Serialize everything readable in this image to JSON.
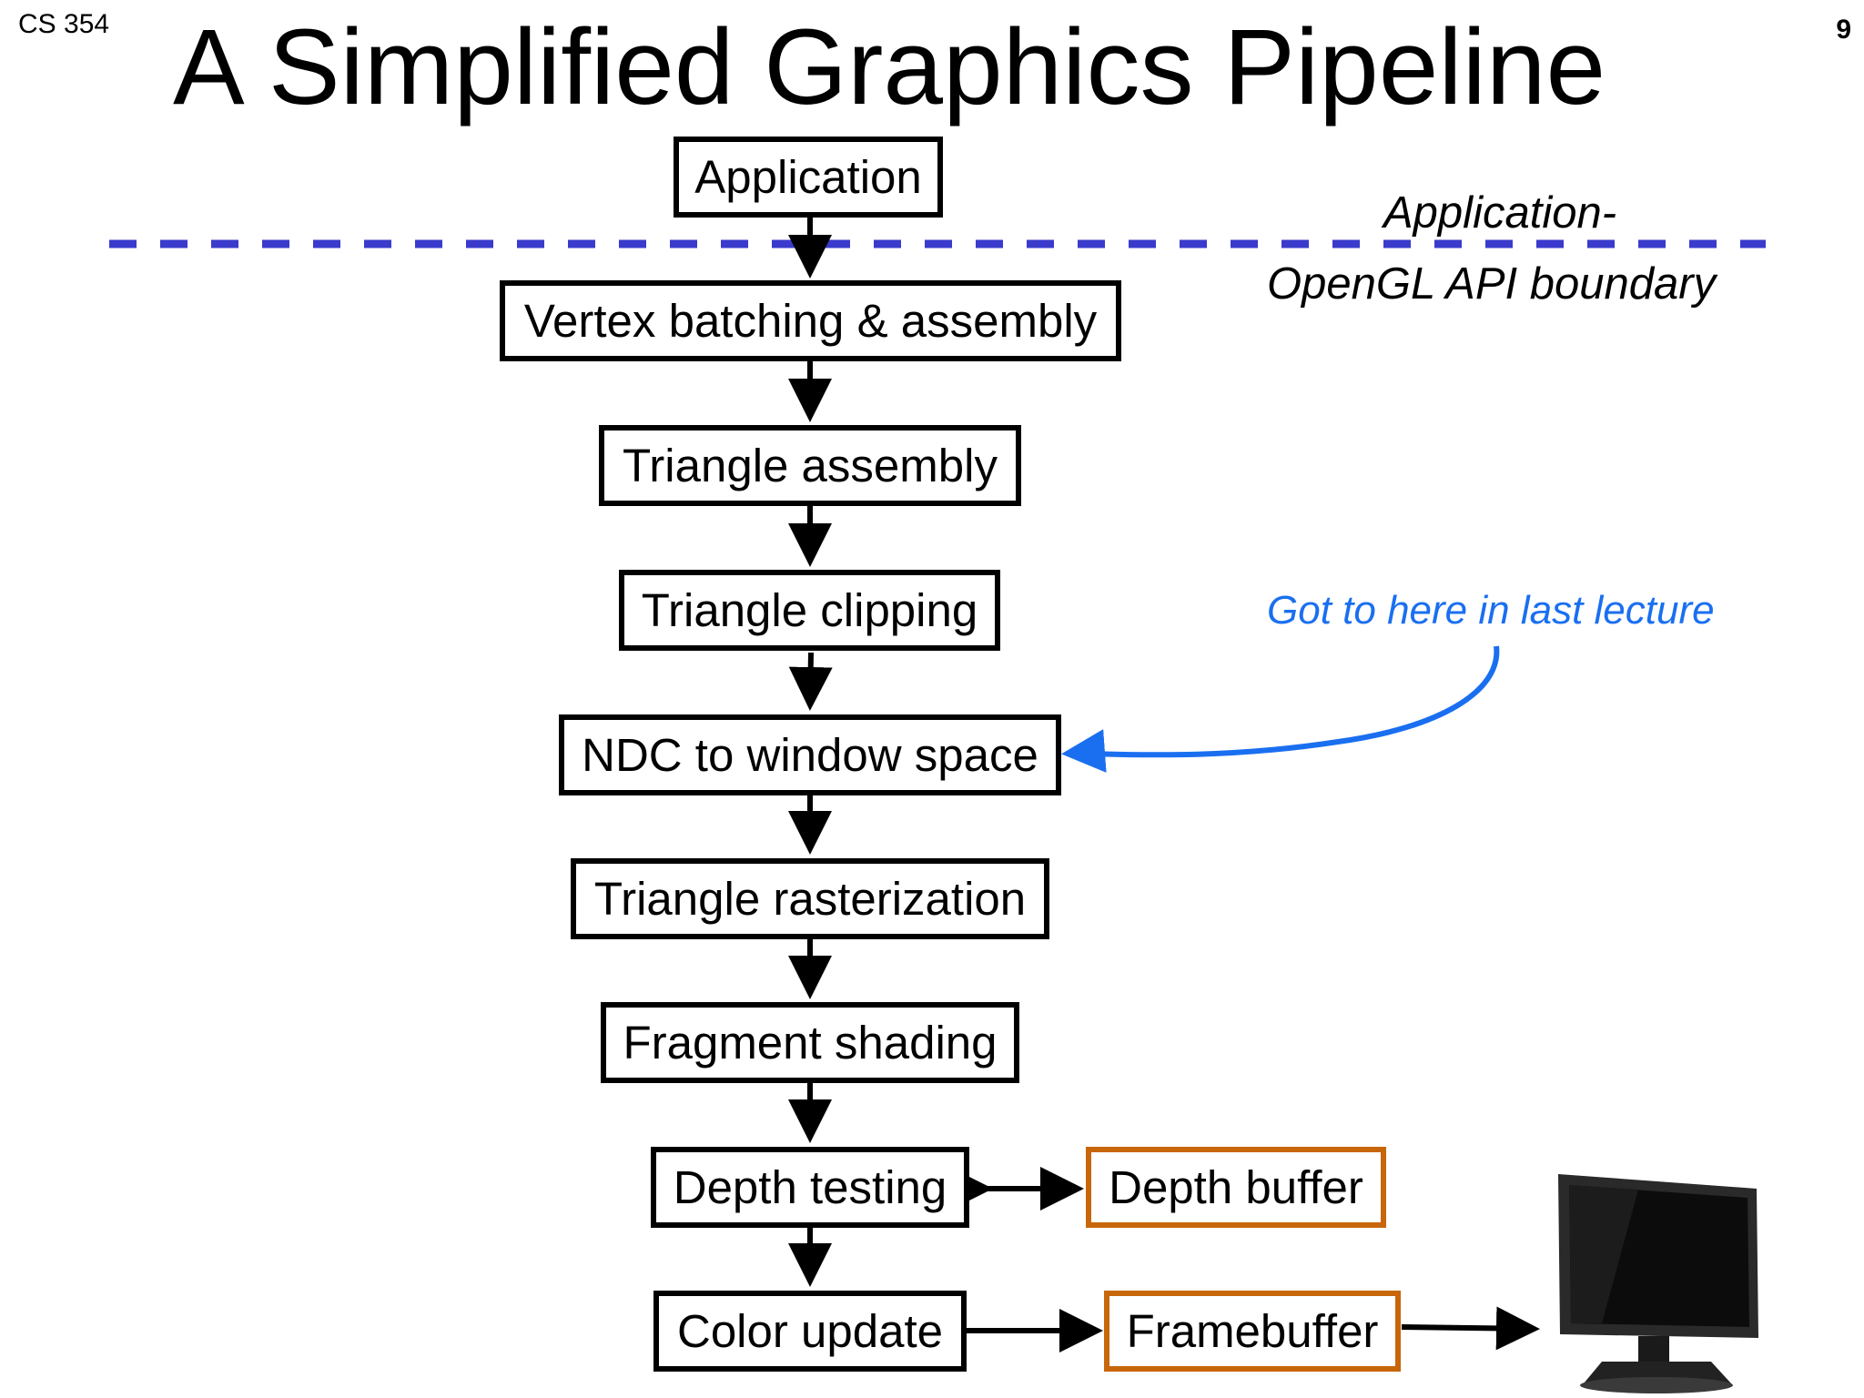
{
  "header": {
    "course": "CS 354",
    "title": "A Simplified Graphics Pipeline",
    "page_number": "9"
  },
  "pipeline": {
    "application": "Application",
    "vertex_batching": "Vertex batching & assembly",
    "triangle_assembly": "Triangle assembly",
    "triangle_clipping": "Triangle clipping",
    "ndc_to_window": "NDC to window space",
    "triangle_rasterization": "Triangle rasterization",
    "fragment_shading": "Fragment shading",
    "depth_testing": "Depth testing",
    "color_update": "Color update"
  },
  "storage": {
    "depth_buffer": "Depth buffer",
    "framebuffer": "Framebuffer"
  },
  "boundary": {
    "line1": "Application-",
    "line2": "OpenGL API boundary",
    "color": "#3a3acc"
  },
  "annotation": {
    "text": "Got to here in last lecture",
    "color": "#1a6ff0"
  },
  "colors": {
    "storage_border": "#c8660a"
  },
  "icons": {
    "display": "monitor-icon"
  }
}
